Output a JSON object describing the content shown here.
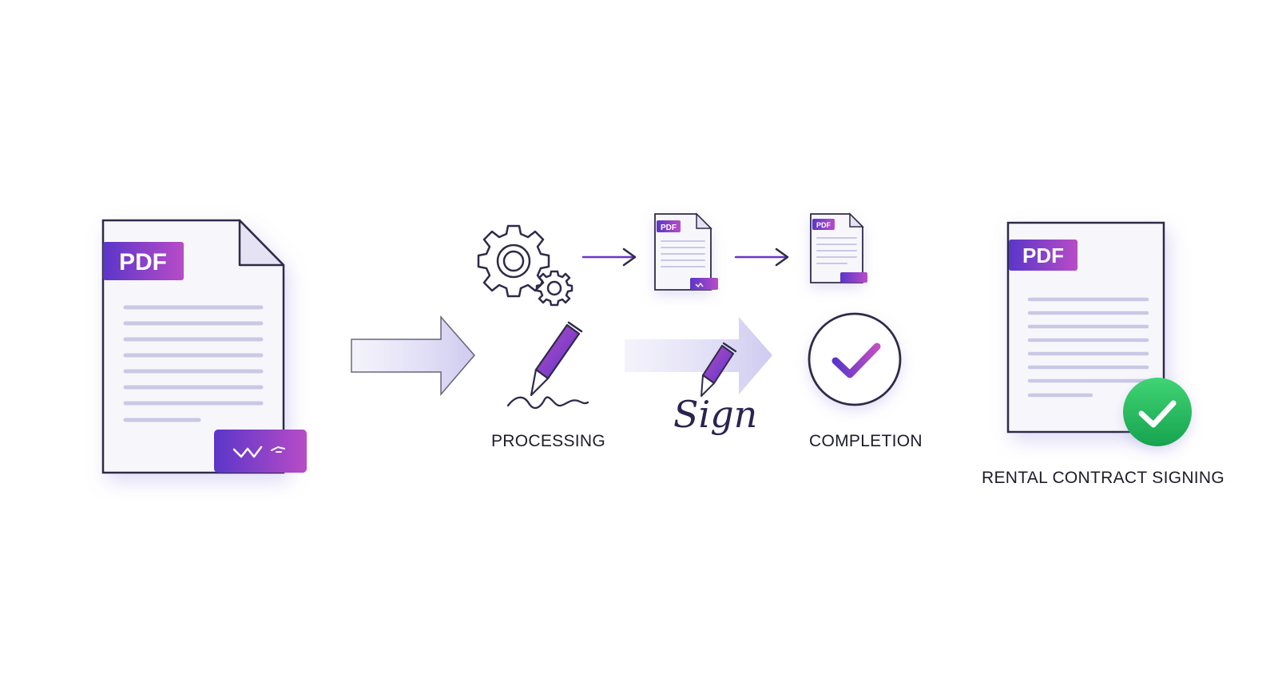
{
  "badges": {
    "source_pdf": "PDF",
    "result_pdf": "PDF",
    "mini_doc_1": "PDF",
    "mini_doc_2": "PDF"
  },
  "steps": {
    "processing": "PROCESSING",
    "sign": "Sign",
    "completion": "COMPLETION",
    "final": "RENTAL CONTRACT SIGNING"
  },
  "colors": {
    "purple": "#6a35c9",
    "magenta": "#b548c6",
    "outline": "#2f2a4a",
    "green": "#22b45a",
    "arrow_fill": "#d9d6f2"
  },
  "icons": [
    "gear-icon",
    "pen-icon",
    "check-circle-icon",
    "green-check-icon",
    "signature-stamp-icon"
  ]
}
